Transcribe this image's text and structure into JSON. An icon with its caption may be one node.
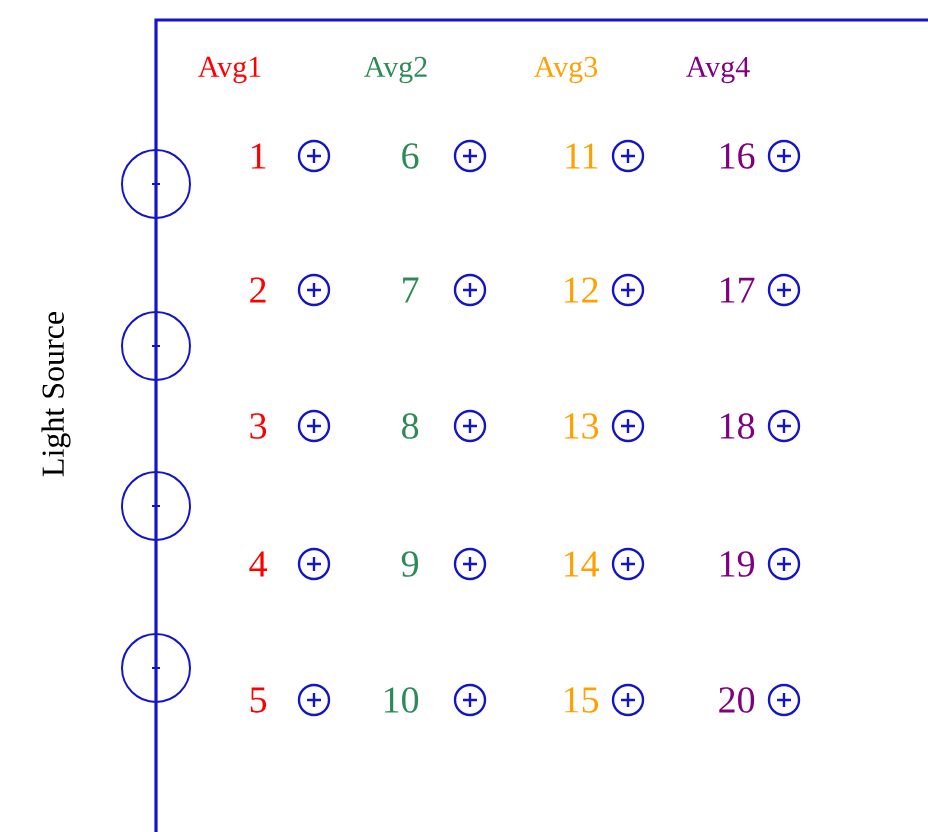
{
  "diagram": {
    "labels": [
      "Avg1",
      "Avg2",
      "Avg3",
      "Avg4",
      "1",
      "6",
      "11",
      "16",
      "2",
      "7",
      "12",
      "17",
      "3",
      "8",
      "13",
      "18",
      "4",
      "9",
      "14",
      "19",
      "5",
      "10",
      "15",
      "20",
      "Light Source"
    ]
  }
}
